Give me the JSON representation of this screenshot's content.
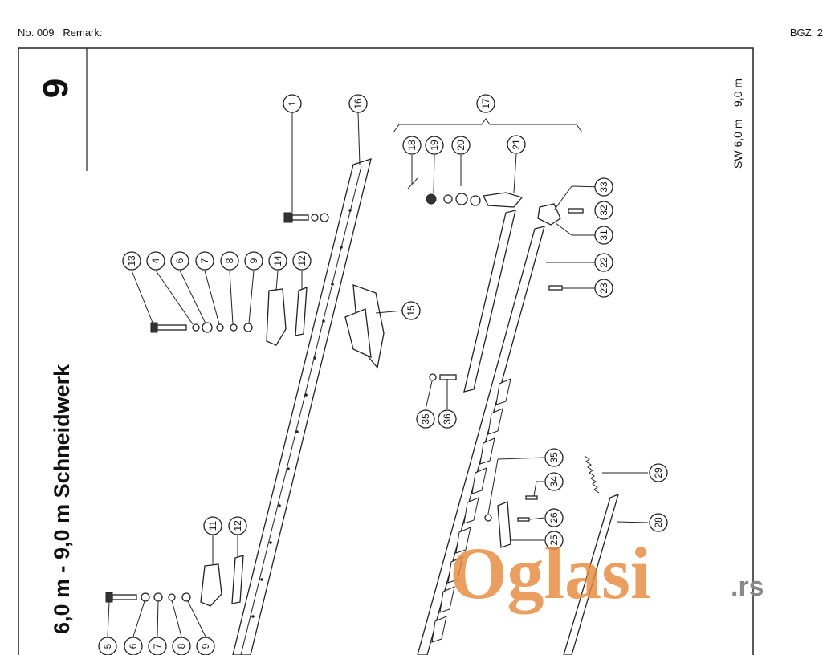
{
  "header": {
    "left": "No. 009   Remark:",
    "right": "BGZ: 2"
  },
  "page": {
    "number": "9",
    "title": "6,0 m  -  9,0 m  Schneidwerk",
    "side_label": "SW 6,0 m – 9,0 m"
  },
  "callouts": [
    {
      "id": "c1",
      "n": "1"
    },
    {
      "id": "c16",
      "n": "16"
    },
    {
      "id": "c17",
      "n": "17"
    },
    {
      "id": "c18",
      "n": "18"
    },
    {
      "id": "c19",
      "n": "19"
    },
    {
      "id": "c20",
      "n": "20"
    },
    {
      "id": "c21",
      "n": "21"
    },
    {
      "id": "c33",
      "n": "33"
    },
    {
      "id": "c32",
      "n": "32"
    },
    {
      "id": "c31",
      "n": "31"
    },
    {
      "id": "c22",
      "n": "22"
    },
    {
      "id": "c23",
      "n": "23"
    },
    {
      "id": "c13",
      "n": "13"
    },
    {
      "id": "c4a",
      "n": "4"
    },
    {
      "id": "c6a",
      "n": "6"
    },
    {
      "id": "c7a",
      "n": "7"
    },
    {
      "id": "c8a",
      "n": "8"
    },
    {
      "id": "c9a",
      "n": "9"
    },
    {
      "id": "c14",
      "n": "14"
    },
    {
      "id": "c12a",
      "n": "12"
    },
    {
      "id": "c15",
      "n": "15"
    },
    {
      "id": "c35a",
      "n": "35"
    },
    {
      "id": "c36",
      "n": "36"
    },
    {
      "id": "c35b",
      "n": "35"
    },
    {
      "id": "c34",
      "n": "34"
    },
    {
      "id": "c26",
      "n": "26"
    },
    {
      "id": "c25",
      "n": "25"
    },
    {
      "id": "c29",
      "n": "29"
    },
    {
      "id": "c28",
      "n": "28"
    },
    {
      "id": "c11",
      "n": "11"
    },
    {
      "id": "c12b",
      "n": "12"
    },
    {
      "id": "c5",
      "n": "5"
    },
    {
      "id": "c6b",
      "n": "6"
    },
    {
      "id": "c7b",
      "n": "7"
    },
    {
      "id": "c8b",
      "n": "8"
    },
    {
      "id": "c9b",
      "n": "9"
    }
  ],
  "watermark": {
    "brand": "Oglasi",
    "suffix": ".rs",
    "color": "#e8893a"
  }
}
